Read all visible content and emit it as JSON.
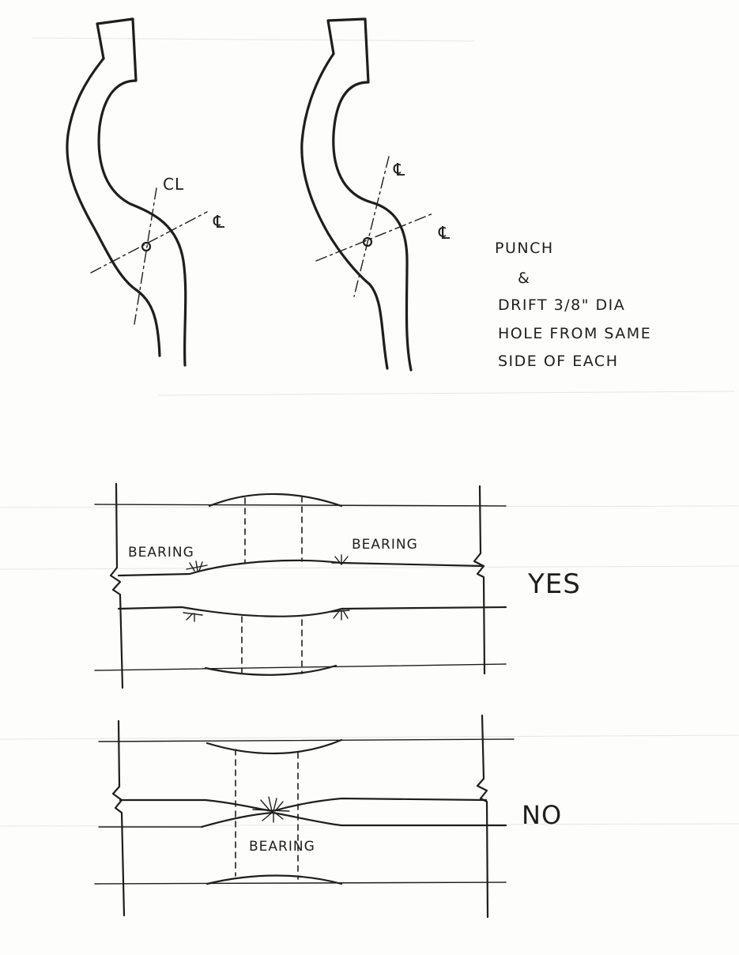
{
  "top_sketch": {
    "left_part": {
      "centerline_label_1": "CL",
      "centerline_label_2": "℄"
    },
    "right_part": {
      "centerline_label_1": "℄",
      "centerline_label_2": "℄"
    },
    "instruction": {
      "line1": "PUNCH",
      "line2": "&",
      "line3": "DRIFT 3/8\" DIA",
      "line4": "HOLE FROM SAME",
      "line5": "SIDE OF EACH"
    }
  },
  "yes_joint": {
    "verdict": "YES",
    "bearing_left": "BEARING",
    "bearing_right": "BEARING"
  },
  "no_joint": {
    "verdict": "NO",
    "bearing_center": "BEARING"
  }
}
